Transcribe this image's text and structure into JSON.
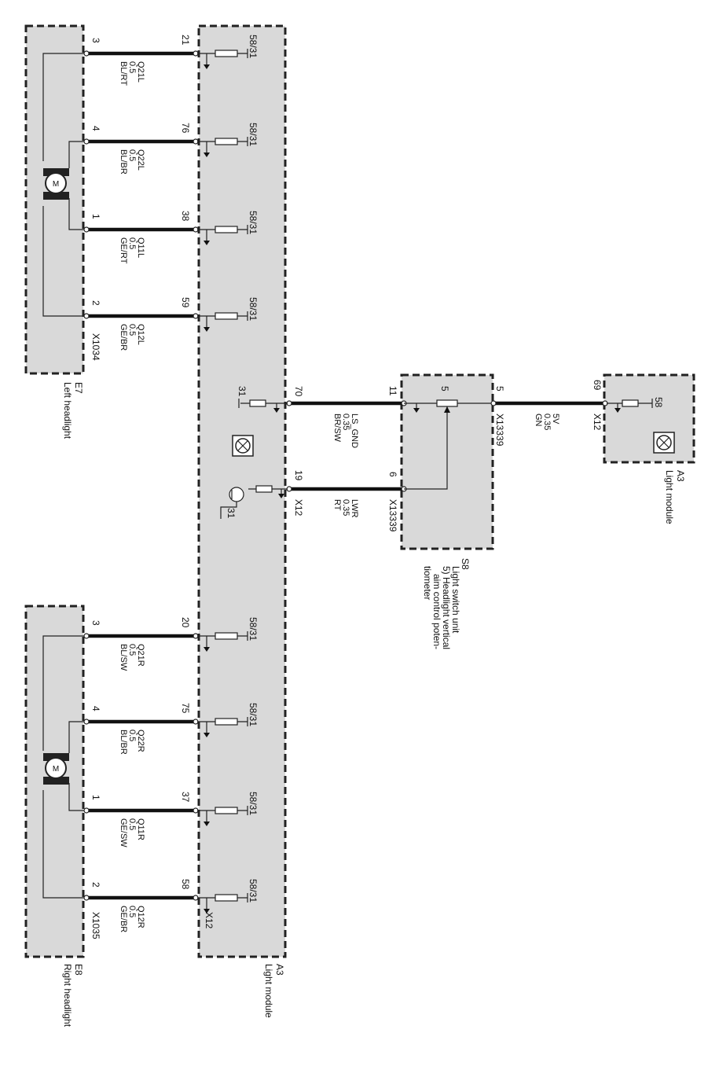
{
  "headlight_left": {
    "id": "E7",
    "name": "Left headlight",
    "connector": "X1034"
  },
  "headlight_right": {
    "id": "E8",
    "name": "Right headlight",
    "connector": "X1035"
  },
  "light_module": {
    "id": "A3",
    "name": "Light module",
    "connector": "X12"
  },
  "light_module_small": {
    "id": "A3",
    "name": "Light module",
    "connector": "X12",
    "pin": "69",
    "terminal": "58"
  },
  "light_switch": {
    "id": "S8",
    "line1": "Light switch unit",
    "line2": "5) Headlight vertical",
    "line3": "aim control poten-",
    "line4": "tiometer",
    "connector": "X13339"
  },
  "motor_label": "M",
  "left_wires": [
    {
      "pin_hl": "3",
      "pin_lm": "21",
      "code": "Q21L",
      "size": "0.5",
      "color": "BL/RT",
      "term": "58/31"
    },
    {
      "pin_hl": "4",
      "pin_lm": "76",
      "code": "Q22L",
      "size": "0.5",
      "color": "BL/BR",
      "term": "58/31"
    },
    {
      "pin_hl": "1",
      "pin_lm": "38",
      "code": "Q11L",
      "size": "0.5",
      "color": "GE/RT",
      "term": "58/31"
    },
    {
      "pin_hl": "2",
      "pin_lm": "59",
      "code": "Q12L",
      "size": "0.5",
      "color": "GE/BR",
      "term": "58/31"
    }
  ],
  "right_wires": [
    {
      "pin_hl": "3",
      "pin_lm": "20",
      "code": "Q21R",
      "size": "0.5",
      "color": "BL/SW",
      "term": "58/31"
    },
    {
      "pin_hl": "4",
      "pin_lm": "75",
      "code": "Q22R",
      "size": "0.5",
      "color": "BL/BR",
      "term": "58/31"
    },
    {
      "pin_hl": "1",
      "pin_lm": "37",
      "code": "Q11R",
      "size": "0.5",
      "color": "GE/SW",
      "term": "58/31"
    },
    {
      "pin_hl": "2",
      "pin_lm": "58",
      "code": "Q12R",
      "size": "0.5",
      "color": "GE/BR",
      "term": "58/31"
    }
  ],
  "ls_gnd": {
    "pin_lm": "70",
    "pin_sw": "11",
    "name": "LS_GND",
    "size": "0.35",
    "color": "BR/SW",
    "term": "31"
  },
  "lwr": {
    "pin_lm": "19",
    "pin_sw": "6",
    "name": "LWR",
    "size": "0.35",
    "color": "RT",
    "term": "31"
  },
  "supply_5v": {
    "pin_sw": "5",
    "pin_lm": "69",
    "name": "5V",
    "size": "0.35",
    "color": "GN"
  },
  "pot_pin": "5"
}
